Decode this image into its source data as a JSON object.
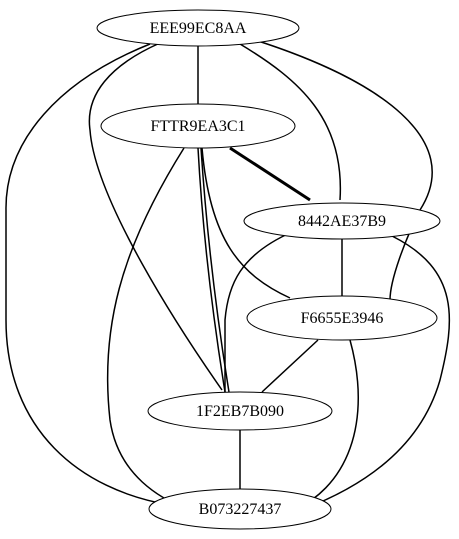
{
  "graph": {
    "nodes": [
      {
        "id": "n0",
        "label": "EEE99EC8AA"
      },
      {
        "id": "n1",
        "label": "FTTR9EA3C1"
      },
      {
        "id": "n2",
        "label": "8442AE37B9"
      },
      {
        "id": "n3",
        "label": "F6655E3946"
      },
      {
        "id": "n4",
        "label": "1F2EB7B090"
      },
      {
        "id": "n5",
        "label": "B073227437"
      }
    ],
    "edges": [
      {
        "from": "EEE99EC8AA",
        "to": "FTTR9EA3C1"
      },
      {
        "from": "EEE99EC8AA",
        "to": "8442AE37B9"
      },
      {
        "from": "EEE99EC8AA",
        "to": "F6655E3946"
      },
      {
        "from": "EEE99EC8AA",
        "to": "1F2EB7B090"
      },
      {
        "from": "EEE99EC8AA",
        "to": "B073227437"
      },
      {
        "from": "FTTR9EA3C1",
        "to": "8442AE37B9",
        "bold": true
      },
      {
        "from": "FTTR9EA3C1",
        "to": "F6655E3946"
      },
      {
        "from": "FTTR9EA3C1",
        "to": "1F2EB7B090"
      },
      {
        "from": "FTTR9EA3C1",
        "to": "1F2EB7B090"
      },
      {
        "from": "FTTR9EA3C1",
        "to": "B073227437"
      },
      {
        "from": "8442AE37B9",
        "to": "F6655E3946"
      },
      {
        "from": "8442AE37B9",
        "to": "1F2EB7B090"
      },
      {
        "from": "8442AE37B9",
        "to": "B073227437"
      },
      {
        "from": "F6655E3946",
        "to": "1F2EB7B090"
      },
      {
        "from": "F6655E3946",
        "to": "B073227437"
      },
      {
        "from": "1F2EB7B090",
        "to": "B073227437"
      }
    ]
  }
}
